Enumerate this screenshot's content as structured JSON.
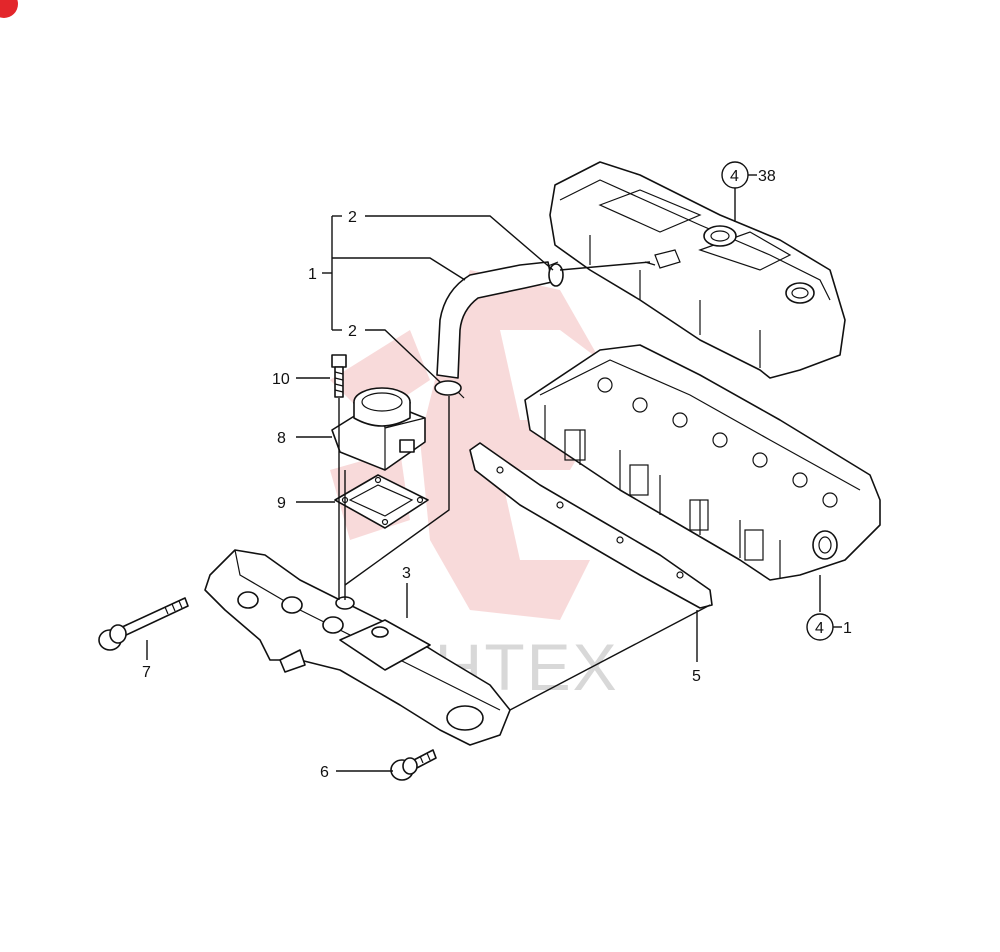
{
  "watermark": {
    "text": "NHTEX"
  },
  "corner_badge": {
    "color": "#e3262b"
  },
  "callouts": {
    "part_1": "1",
    "part_2_upper": "2",
    "part_2_lower": "2",
    "part_3": "3",
    "part_5": "5",
    "part_6": "6",
    "part_7": "7",
    "part_8": "8",
    "part_9": "9",
    "part_10": "10",
    "ref_valve_cover_group": "4",
    "ref_valve_cover_item": "38",
    "ref_cylinder_head_group": "4",
    "ref_cylinder_head_item": "1"
  },
  "colors": {
    "line": "#111111",
    "watermark": "#e35050"
  }
}
